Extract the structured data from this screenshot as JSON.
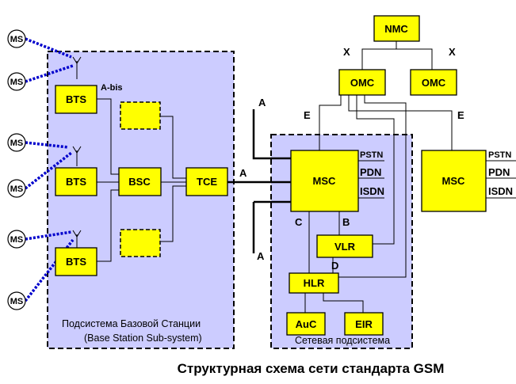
{
  "title": "Структурная схема сети стандарта GSM",
  "nodes": {
    "nmc": "NMC",
    "omc1": "OMC",
    "omc2": "OMC",
    "bts1": "BTS",
    "bts2": "BTS",
    "bts3": "BTS",
    "bsc": "BSC",
    "tce": "TCE",
    "msc_main": "MSC",
    "msc_ext": "MSC",
    "vlr": "VLR",
    "hlr": "HLR",
    "auc": "AuC",
    "eir": "EIR"
  },
  "mobile_stations": [
    "MS",
    "MS",
    "MS",
    "MS",
    "MS",
    "MS"
  ],
  "interfaces": {
    "abis": "A-bis",
    "a_tce": "A",
    "a_top": "A",
    "a_bottom": "A",
    "x_left": "X",
    "x_right": "X",
    "e_left": "E",
    "e_right": "E",
    "c": "C",
    "b": "B",
    "d": "D"
  },
  "networks_main": [
    "PSTN",
    "PDN",
    "ISDN"
  ],
  "networks_ext": [
    "PSTN",
    "PDN",
    "ISDN"
  ],
  "regions": {
    "bss_line1": "Подсистема Базовой Станции",
    "bss_line2": "(Base Station Sub-system)",
    "nss": "Сетевая подсистема"
  }
}
